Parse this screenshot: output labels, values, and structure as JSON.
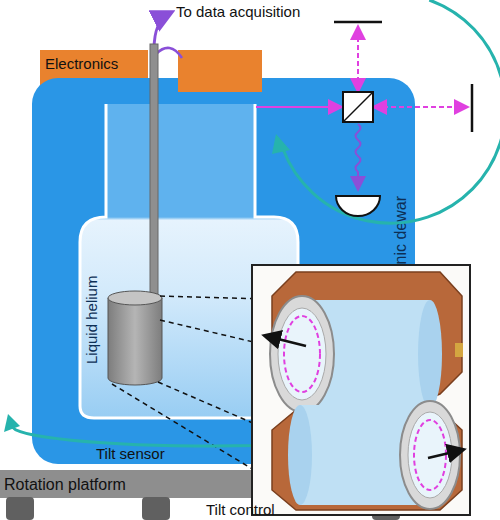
{
  "diagram": {
    "nodes": [
      {
        "text": [
          "Electronics"
        ]
      },
      {
        "text": [
          "Cryogenic dewar"
        ]
      },
      {
        "text": [
          "Liquid helium"
        ],
        "in": 1
      },
      {
        "text": [
          "Rotation platform"
        ]
      }
    ],
    "labels": [
      "To data acquisition",
      "Tilt sensor",
      "Tilt control"
    ]
  }
}
